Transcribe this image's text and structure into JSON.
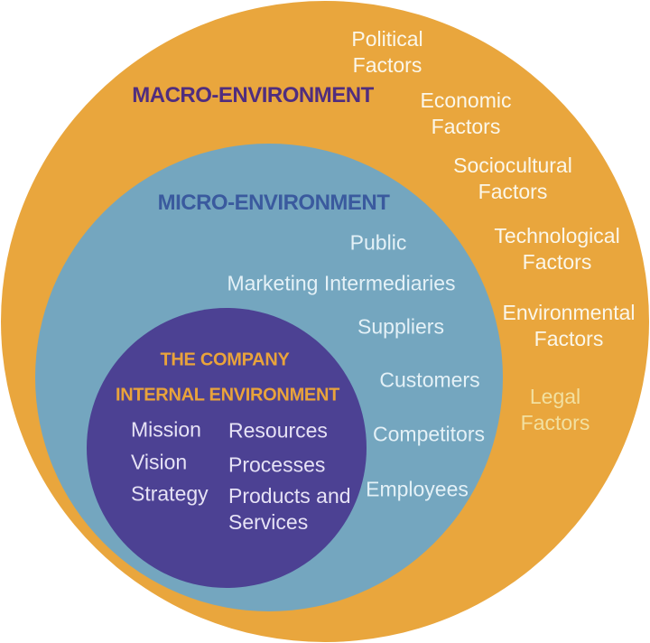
{
  "diagram": {
    "macro": {
      "title": "MACRO-ENVIRONMENT",
      "factors": [
        "Political Factors",
        "Economic Factors",
        "Sociocultural Factors",
        "Technological Factors",
        "Environmental Factors",
        "Legal Factors"
      ]
    },
    "micro": {
      "title": "MICRO-ENVIRONMENT",
      "items": [
        "Public",
        "Marketing Intermediaries",
        "Suppliers",
        "Customers",
        "Competitors",
        "Employees"
      ]
    },
    "company": {
      "title_line1": "THE COMPANY",
      "title_line2": "INTERNAL ENVIRONMENT",
      "left_items": [
        "Mission",
        "Vision",
        "Strategy"
      ],
      "right_items": [
        "Resources",
        "Processes",
        "Products and Services"
      ]
    },
    "colors": {
      "macro_fill": "#E9A63D",
      "micro_fill": "#74A6BF",
      "company_fill": "#4C4193",
      "macro_title_text": "#502D7E",
      "micro_title_text": "#3A5A9E",
      "factor_text": "#FBF7EA",
      "legal_factor_text": "#F2E0A0",
      "company_title_text": "#E9A33B",
      "company_item_text": "#E6E2F5",
      "micro_item_text": "#E4F1F7",
      "background": "#FFFFFF"
    }
  }
}
